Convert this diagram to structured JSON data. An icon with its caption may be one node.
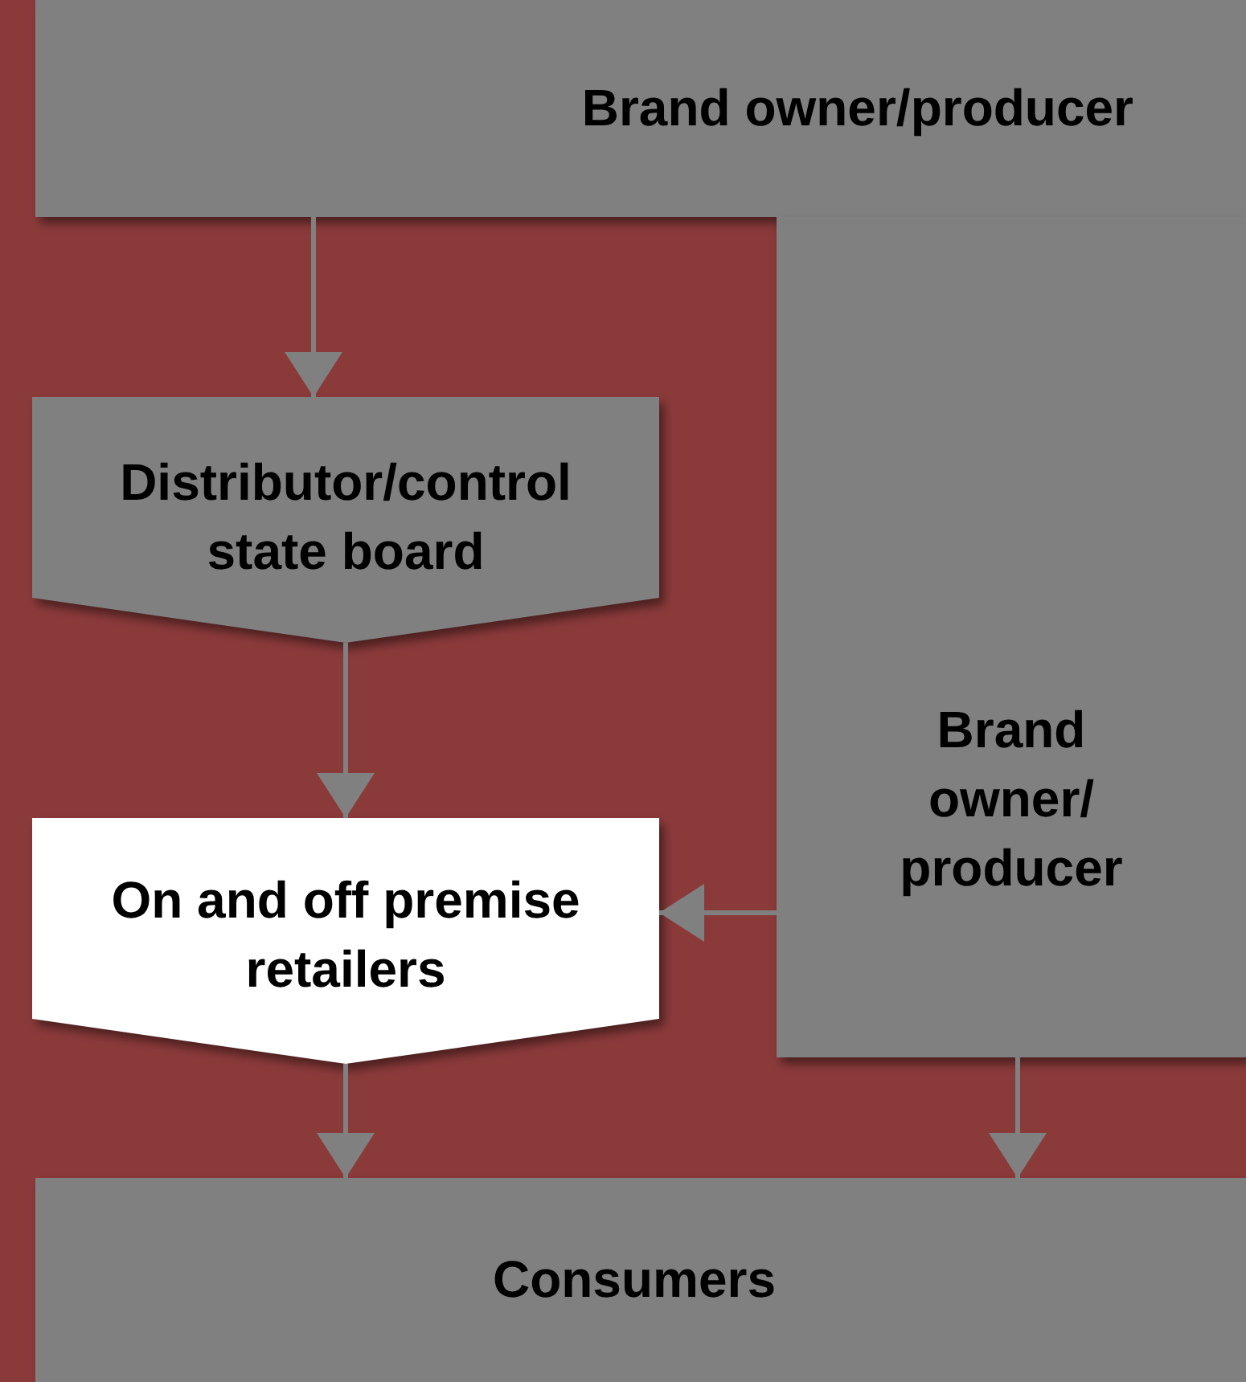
{
  "diagram": {
    "nodes": [
      {
        "text": [
          "Brand owner/producer"
        ]
      },
      {
        "text": [
          "Distributor/control state board"
        ]
      },
      {
        "text": [
          "Brand owner/ producer"
        ]
      },
      {
        "text": [
          "On and off premise retailers"
        ]
      },
      {
        "text": [
          "Consumers"
        ]
      }
    ],
    "edges": [
      {
        "from": 0,
        "to": 1,
        "arrow": "to"
      },
      {
        "from": 1,
        "to": 3,
        "arrow": "to"
      },
      {
        "from": 2,
        "to": 3,
        "arrow": "to"
      },
      {
        "from": 2,
        "to": 4,
        "arrow": "to"
      },
      {
        "from": 3,
        "to": 4,
        "arrow": "to"
      }
    ]
  }
}
